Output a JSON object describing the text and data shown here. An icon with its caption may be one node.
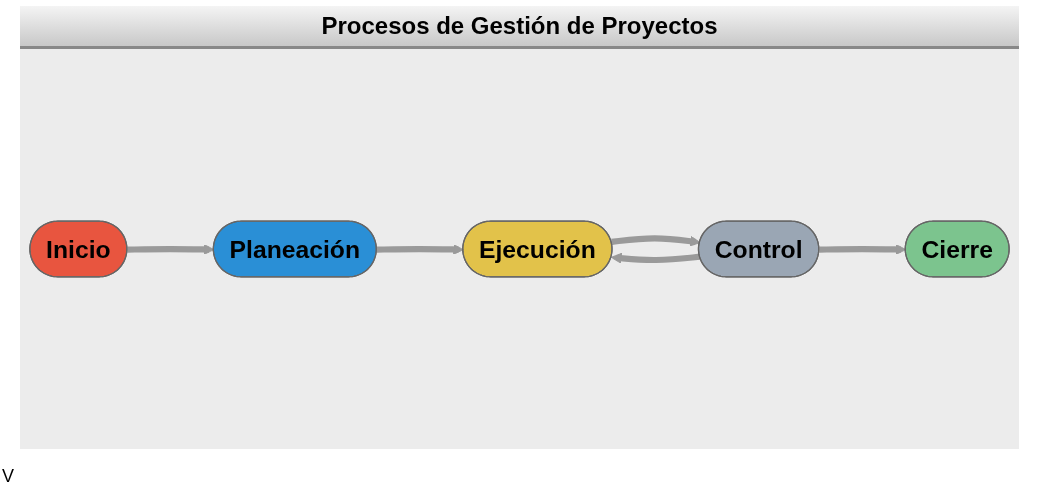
{
  "diagram": {
    "title": "Procesos de Gestión de Proyectos",
    "nodes": [
      {
        "text": [
          "Inicio"
        ]
      },
      {
        "text": [
          "Planeación"
        ]
      },
      {
        "text": [
          "Ejecución"
        ]
      },
      {
        "text": [
          "Control"
        ]
      },
      {
        "text": [
          "Cierre"
        ]
      }
    ],
    "edges": [
      {
        "from": 0,
        "to": 1,
        "arrow": "to"
      },
      {
        "from": 1,
        "to": 2,
        "arrow": "to"
      },
      {
        "from": 2,
        "to": 3,
        "arrow": "to"
      },
      {
        "from": 3,
        "to": 2,
        "arrow": "to"
      },
      {
        "from": 3,
        "to": 4,
        "arrow": "to"
      }
    ],
    "labels": [
      "V"
    ]
  }
}
